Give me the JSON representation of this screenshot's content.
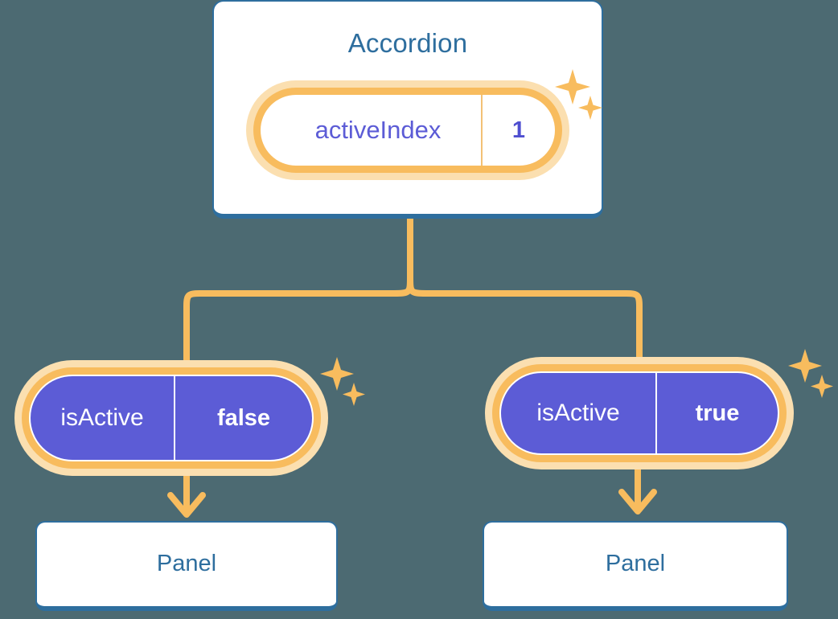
{
  "diagram": {
    "type": "component-tree",
    "background_color": "#4c6a72",
    "accent_colors": {
      "card_border": "#2e6e9e",
      "card_text": "#2e6e9e",
      "pill_halo": "#fbdfb0",
      "pill_ring": "#f8bc5e",
      "pill_fill_purple": "#5c5cd6",
      "connector": "#f8bc5e",
      "value_text_purple": "#4f4fd0"
    }
  },
  "root": {
    "title": "Accordion",
    "state": {
      "key": "activeIndex",
      "value": "1"
    },
    "sparkle": "sparkle-icon"
  },
  "children": [
    {
      "state": {
        "key": "isActive",
        "value": "false"
      },
      "panel": {
        "title": "Panel"
      },
      "sparkle": "sparkle-icon"
    },
    {
      "state": {
        "key": "isActive",
        "value": "true"
      },
      "panel": {
        "title": "Panel"
      },
      "sparkle": "sparkle-icon"
    }
  ]
}
